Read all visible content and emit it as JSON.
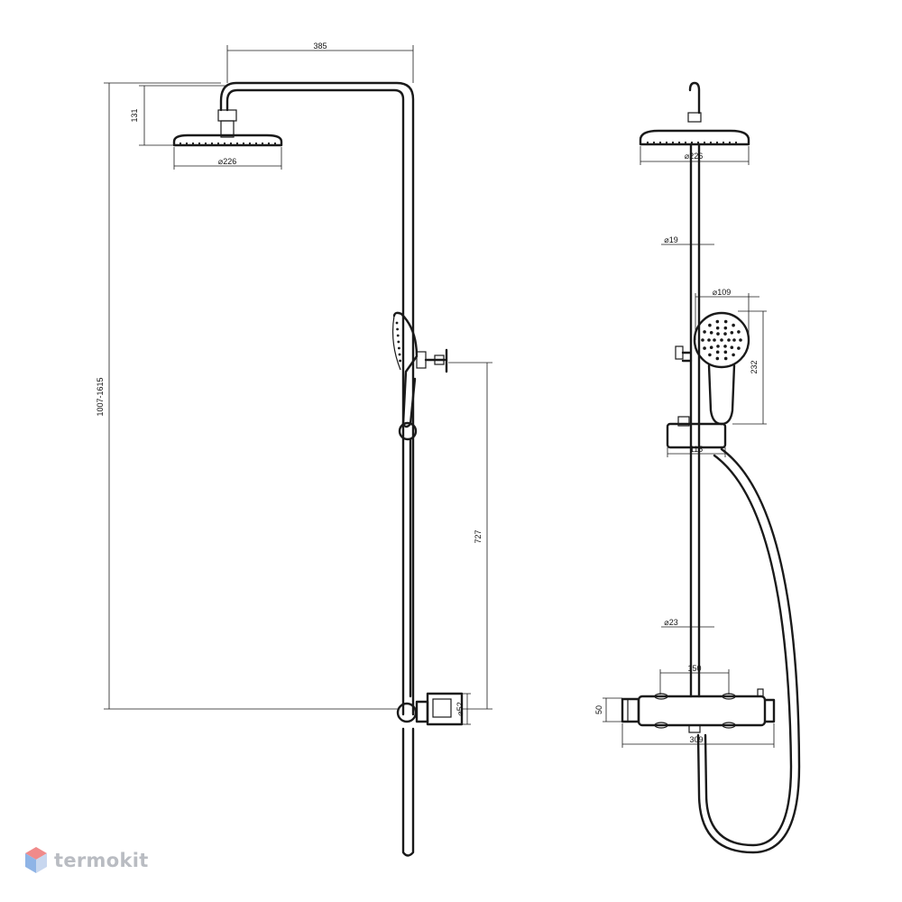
{
  "diagram": {
    "dimensions": {
      "side_width": "385",
      "head_height": "131",
      "head_diameter_side": "⌀226",
      "total_height": "1007-1615",
      "spacing": "727",
      "wall_outlet": "⌀52",
      "head_diameter_front": "⌀226",
      "riser_upper_diameter": "⌀19",
      "hand_shower_diameter": "⌀109",
      "hand_shower_length": "232",
      "slider_width": "115",
      "riser_lower_diameter": "⌀23",
      "mixer_spacing": "150",
      "mixer_height": "50",
      "mixer_width": "309"
    }
  },
  "watermark": {
    "brand": "termokit",
    "logo": "cube-logo-icon",
    "colors": {
      "top": "#f08a8a",
      "left": "#8fb4e6",
      "right": "#c8d7ef"
    }
  }
}
